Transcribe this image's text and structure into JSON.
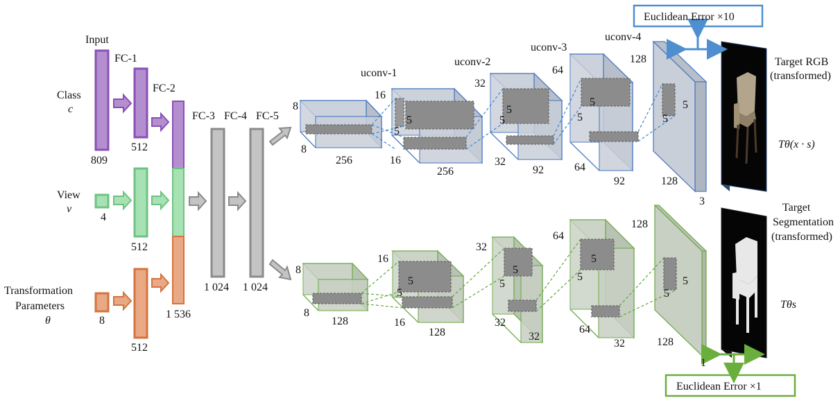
{
  "colors": {
    "class_fill": "#b48fd0",
    "class_stroke": "#8a4fb5",
    "view_fill": "#a6e2b4",
    "view_stroke": "#6fc282",
    "trans_fill": "#e9a985",
    "trans_stroke": "#d4733e",
    "fc_fill": "#c4c4c4",
    "fc_stroke": "#8a8a8a",
    "rgb_box_fill": "#c9cfd9",
    "rgb_stroke": "#4f7cc1",
    "rgb_dash": "#3f86d2",
    "seg_box_fill": "#c8d0c3",
    "seg_stroke": "#74ab52",
    "seg_dash": "#5ea83b",
    "inner_fill": "#8c8c8c",
    "err_blue": "#4f8fcf",
    "err_green": "#6aae3d"
  },
  "inputs": {
    "input_label": "Input",
    "class_label": "Class",
    "class_var": "c",
    "class_size": "809",
    "view_label": "View",
    "view_var": "v",
    "view_size": "4",
    "trans_label_1": "Transformation",
    "trans_label_2": "Parameters",
    "trans_var": "θ",
    "trans_size": "8"
  },
  "fc": {
    "fc1": "FC-1",
    "fc1_size": "512",
    "view_fc_size": "512",
    "trans_fc_size": "512",
    "fc2": "FC-2",
    "fc2_size": "1 536",
    "fc3": "FC-3",
    "fc3_size": "1 024",
    "fc4": "FC-4",
    "fc4_size": "1 024",
    "fc5": "FC-5"
  },
  "rgb_branch": {
    "in_depth": "8",
    "in_h": "8",
    "in_w": "256",
    "uconv1": "uconv-1",
    "u1_depth": "16",
    "u1_h": "16",
    "u1_w": "256",
    "u1_k1": "5",
    "u1_k2": "5",
    "uconv2": "uconv-2",
    "u2_depth": "32",
    "u2_h": "32",
    "u2_w": "92",
    "u2_k1": "5",
    "u2_k2": "5",
    "uconv3": "uconv-3",
    "u3_depth": "64",
    "u3_h": "64",
    "u3_w": "92",
    "u3_k1": "5",
    "u3_k2": "5",
    "uconv4": "uconv-4",
    "u4_depth": "128",
    "u4_h": "128",
    "u4_w": "3",
    "u4_k1": "5",
    "u4_k2": "5"
  },
  "seg_branch": {
    "in_depth": "8",
    "in_h": "8",
    "in_w": "128",
    "u1_depth": "16",
    "u1_h": "16",
    "u1_w": "128",
    "u1_k1": "5",
    "u1_k2": "5",
    "u2_depth": "32",
    "u2_h": "32",
    "u2_w": "32",
    "u2_k1": "5",
    "u2_k2": "5",
    "u3_depth": "64",
    "u3_h": "64",
    "u3_w": "32",
    "u3_k1": "5",
    "u3_k2": "5",
    "u4_depth": "128",
    "u4_h": "128",
    "u4_w": "1",
    "u4_k1": "5",
    "u4_k2": "5"
  },
  "targets": {
    "rgb_title_1": "Target RGB",
    "rgb_title_2": "(transformed)",
    "rgb_formula": "Tθ(x · s)",
    "seg_title_1": "Target",
    "seg_title_2": "Segmentation",
    "seg_title_3": "(transformed)",
    "seg_formula": "Tθs",
    "err_rgb": "Euclidean Error ×10",
    "err_seg": "Euclidean Error ×1"
  }
}
